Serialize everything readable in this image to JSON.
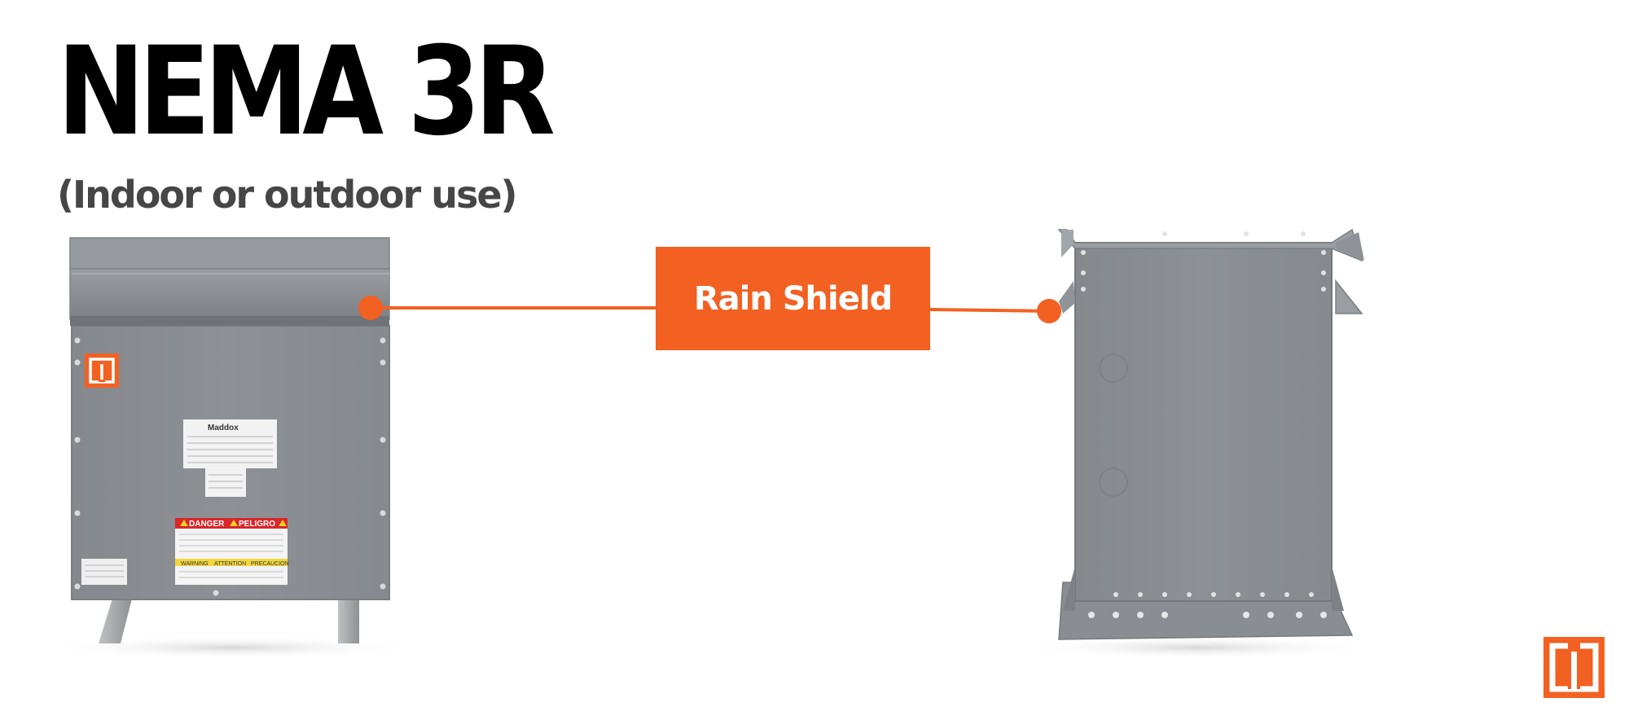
{
  "title": "NEMA 3R",
  "subtitle": "(Indoor or outdoor use)",
  "callout": {
    "label": "Rain Shield"
  },
  "front_view": {
    "nameplate_brand": "Maddox",
    "labels": {
      "danger": "DANGER",
      "peligro": "PELIGRO",
      "warning": "WARNING",
      "attention": "ATTENTION",
      "precaucion": "PRECAUCION"
    }
  },
  "colors": {
    "accent": "#f26122",
    "enclosure_gray": "#8a8d91",
    "title_text": "#000000",
    "subtitle_text": "#464646"
  },
  "icons": {
    "brand_logo": "maddox-m-logo-icon"
  }
}
